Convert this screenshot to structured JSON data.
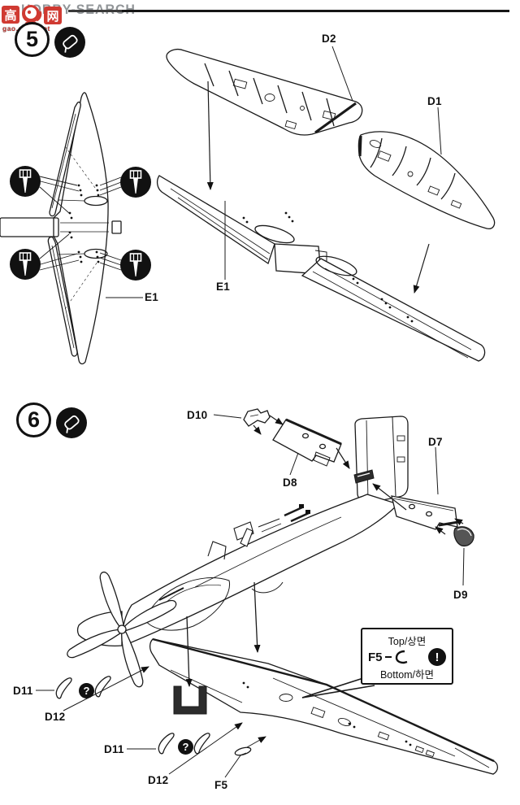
{
  "watermark": {
    "logo_left": "高",
    "logo_right": "网",
    "brand": "HOBBY-SEARCH",
    "url": "gao.shou.net"
  },
  "steps": {
    "step5": {
      "number": "5"
    },
    "step6": {
      "number": "6"
    }
  },
  "labels": {
    "s5_d2": "D2",
    "s5_d1": "D1",
    "s5_e1_plan": "E1",
    "s5_e1_assembly": "E1",
    "s6_d10": "D10",
    "s6_d8": "D8",
    "s6_d7": "D7",
    "s6_d9": "D9",
    "s6_d11_a": "D11",
    "s6_d12_a": "D12",
    "s6_d11_b": "D11",
    "s6_d12_b": "D12",
    "s6_f5": "F5"
  },
  "callout": {
    "top": "Top/상면",
    "part": "F5",
    "bottom": "Bottom/하면"
  },
  "icons": {
    "question": "?",
    "exclamation": "!"
  },
  "colors": {
    "ink": "#161616",
    "brand_red": "#d03a32",
    "brand_gray": "#919598"
  }
}
